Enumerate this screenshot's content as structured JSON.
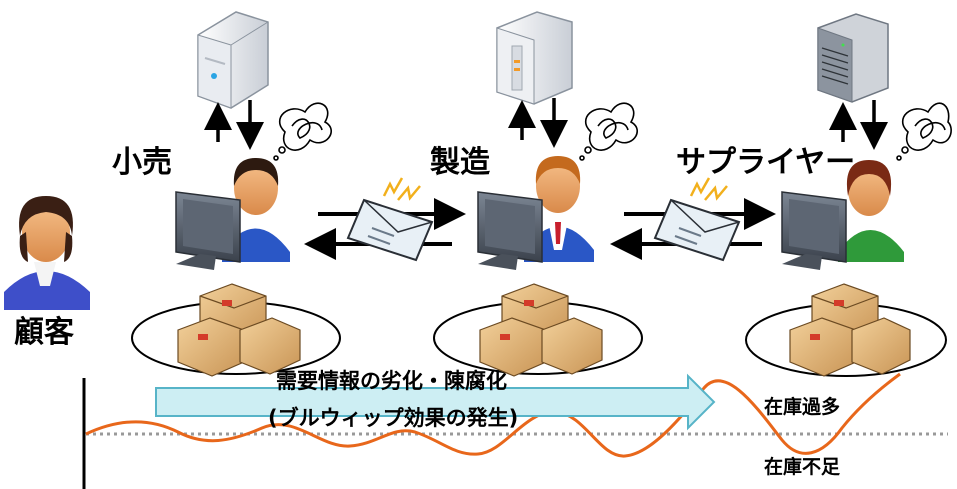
{
  "labels": {
    "customer": "顧客",
    "retail": "小売",
    "manufacturing": "製造",
    "supplier": "サプライヤー"
  },
  "flow_arrow": {
    "line1": "需要情報の劣化・陳腐化",
    "line2": "(ブルウィップ効果の発生)"
  },
  "inventory": {
    "excess": "在庫過多",
    "shortage": "在庫不足"
  },
  "colors": {
    "wave": "#e8671b",
    "arrow_fill": "#cdeef3",
    "arrow_stroke": "#57b4c8",
    "baseline_dots": "#999999"
  },
  "icons": [
    "server-icon",
    "person-icon",
    "computer-monitor-icon",
    "envelope-icon",
    "boxes-icon",
    "scribble-icon"
  ]
}
